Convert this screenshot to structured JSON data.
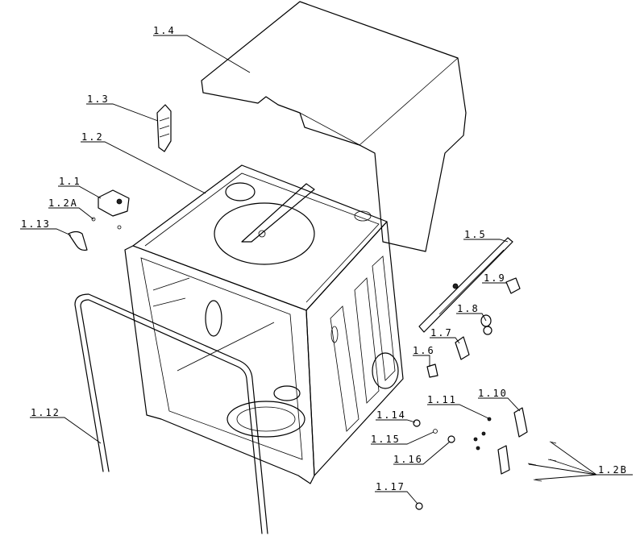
{
  "diagram": {
    "labels": {
      "l1_1": "1.1",
      "l1_2": "1.2",
      "l1_2a": "1.2A",
      "l1_2b": "1.2B",
      "l1_3": "1.3",
      "l1_4": "1.4",
      "l1_5": "1.5",
      "l1_6": "1.6",
      "l1_7": "1.7",
      "l1_8": "1.8",
      "l1_9": "1.9",
      "l1_10": "1.10",
      "l1_11": "1.11",
      "l1_12": "1.12",
      "l1_13": "1.13",
      "l1_14": "1.14",
      "l1_15": "1.15",
      "l1_16": "1.16",
      "l1_17": "1.17"
    }
  }
}
